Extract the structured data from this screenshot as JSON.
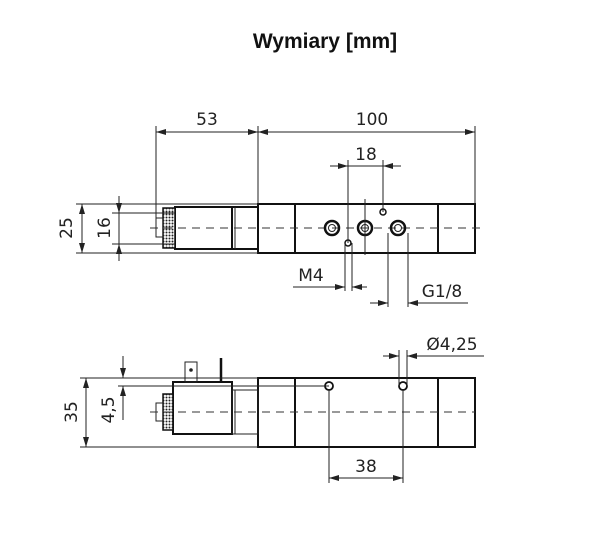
{
  "title": "Wymiary [mm]",
  "dimensions": {
    "top_view": {
      "d53": "53",
      "d100": "100",
      "d18": "18",
      "d25": "25",
      "d16": "16",
      "m4": "M4",
      "g18": "G1/8"
    },
    "side_view": {
      "d35": "35",
      "d45": "4,5",
      "d425": "Ø4,25",
      "d38": "38"
    }
  }
}
